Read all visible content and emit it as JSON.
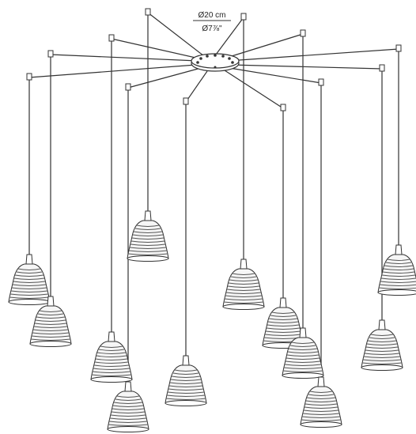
{
  "dimension": {
    "metric": "Ø20 cm",
    "imperial": "Ø7⅞\""
  },
  "colors": {
    "line": "#333333",
    "shade_fill": "#f4f4f4",
    "shade_rib": "#555555"
  },
  "product": {
    "pendant_count": 12,
    "arm_count": 12,
    "canopy_shape": "oval-ceiling-canopy"
  }
}
